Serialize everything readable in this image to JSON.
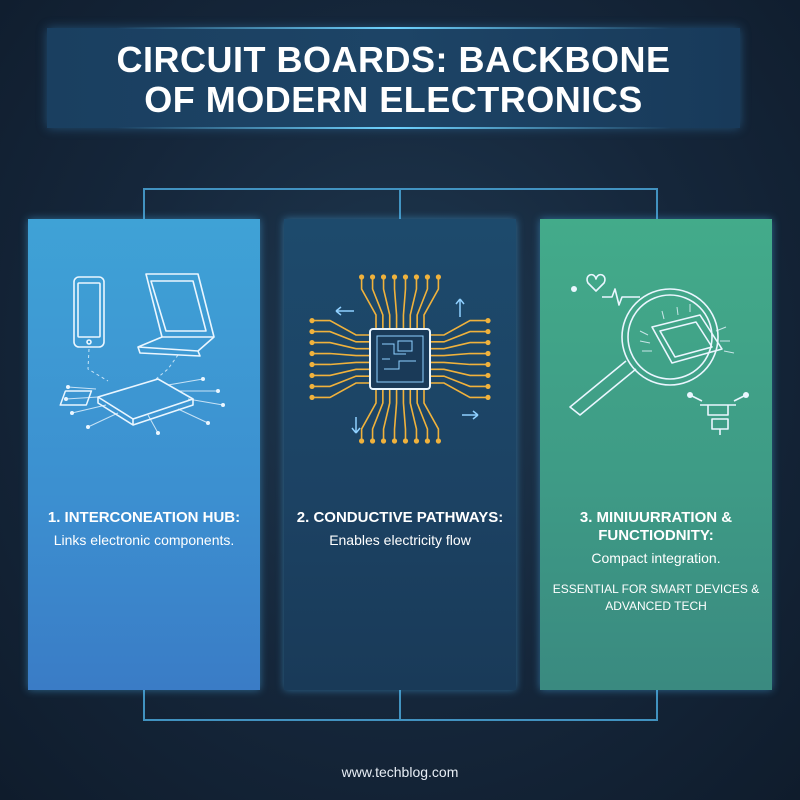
{
  "title": {
    "line1": "CIRCUIT BOARDS: BACKBONE",
    "line2": "OF MODERN ELECTRONICS"
  },
  "panels": [
    {
      "heading": "1. INTERCONEATION HUB:",
      "description": "Links electronic components.",
      "icon": "devices-circuit-icon"
    },
    {
      "heading": "2. CONDUCTIVE PATHWAYS:",
      "description": "Enables electricity flow",
      "icon": "microchip-icon"
    },
    {
      "heading": "3. MINIUURRATION & FUNCTIODNITY:",
      "description": "Compact integration.",
      "extra": "ESSENTIAL FOR SMART DEVICES & ADVANCED TECH",
      "icon": "magnifier-chip-icon"
    }
  ],
  "footer": "www.techblog.com",
  "colors": {
    "background": "#15263a",
    "panel_blue": "#3c8fd0",
    "panel_navy": "#1c4263",
    "panel_green": "#3e9b86",
    "accent_glow": "#6fd3ff",
    "trace_gold": "#f0b23c"
  }
}
